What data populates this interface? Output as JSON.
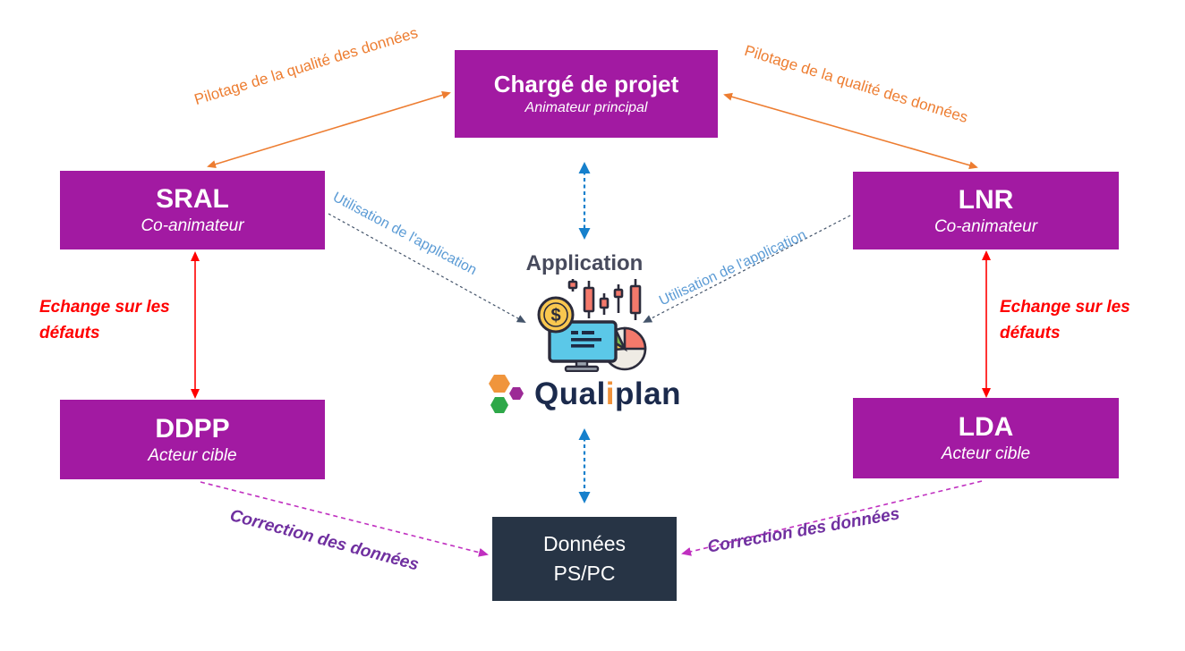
{
  "diagram": {
    "nodes": {
      "charge_de_projet": {
        "title": "Chargé de projet",
        "subtitle": "Animateur principal"
      },
      "sral": {
        "title": "SRAL",
        "subtitle": "Co-animateur"
      },
      "lnr": {
        "title": "LNR",
        "subtitle": "Co-animateur"
      },
      "ddpp": {
        "title": "DDPP",
        "subtitle": "Acteur cible"
      },
      "lda": {
        "title": "LDA",
        "subtitle": "Acteur cible"
      },
      "donnees": {
        "line1": "Données",
        "line2": "PS/PC"
      }
    },
    "center": {
      "app_title": "Application",
      "logo": {
        "pre": "Qual",
        "i": "i",
        "post": "plan"
      }
    },
    "edges": {
      "pilotage_left": {
        "label": "Pilotage de la qualité des données",
        "style": "orange solid double-arrow"
      },
      "pilotage_right": {
        "label": "Pilotage de la qualité des données",
        "style": "orange solid double-arrow"
      },
      "utilisation_left": {
        "label": "Utilisation de l'application",
        "style": "navy dashed arrow to center"
      },
      "utilisation_right": {
        "label": "Utilisation de l'application",
        "style": "navy dashed arrow to center"
      },
      "echange_left": {
        "label": "Echange sur les défauts",
        "style": "red solid double-arrow"
      },
      "echange_right": {
        "label": "Echange sur les défauts",
        "style": "red solid double-arrow"
      },
      "correction_left": {
        "label": "Correction des données",
        "style": "magenta dashed arrow"
      },
      "correction_right": {
        "label": "Correction des données",
        "style": "magenta dashed arrow"
      },
      "app_charge_link": {
        "label": "",
        "style": "blue dashed double-arrow"
      },
      "app_donnees_link": {
        "label": "",
        "style": "blue dashed double-arrow"
      }
    },
    "colors": {
      "node_purple": "#A21AA2",
      "node_dark": "#273445",
      "arrow_orange": "#ED7D31",
      "arrow_red": "#FF0000",
      "arrow_blue": "#1680CC",
      "arrow_navy": "#44546A",
      "arrow_magenta": "#C030C0",
      "label_blue": "#5B9BD5",
      "label_purple": "#7030A0",
      "app_title_color": "#474A5C",
      "logo_navy": "#1B2A4C",
      "logo_orange": "#F0923B"
    }
  }
}
